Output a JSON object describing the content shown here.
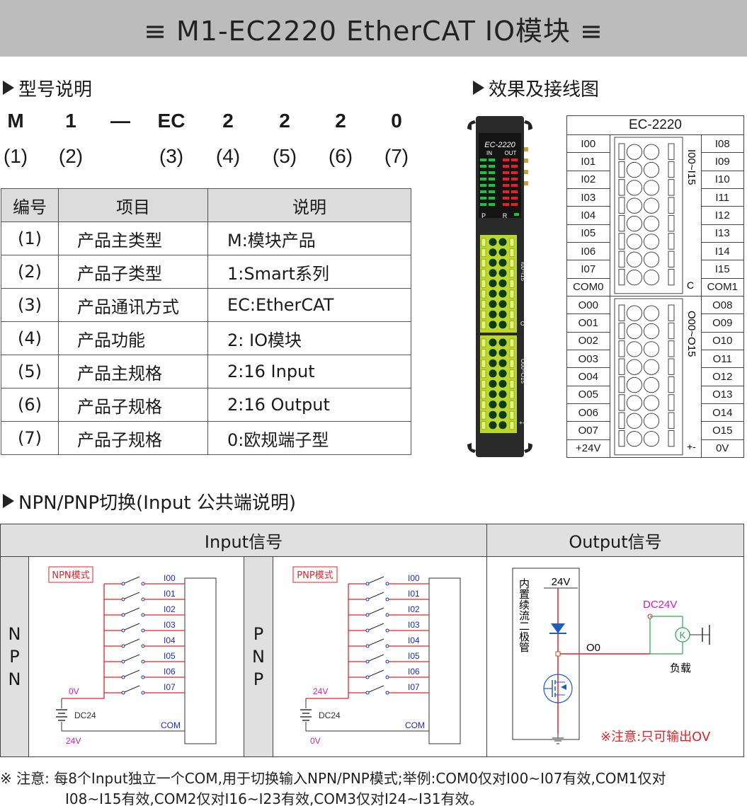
{
  "banner": {
    "title": "≡ M1-EC2220  EtherCAT IO模块 ≡"
  },
  "model_section": {
    "title": "型号说明",
    "code": [
      "M",
      "1",
      "—",
      "EC",
      "2",
      "2",
      "2",
      "0"
    ],
    "index": [
      "(1)",
      "(2)",
      "",
      "(3)",
      "(4)",
      "(5)",
      "(6)",
      "(7)"
    ],
    "table": {
      "headers": [
        "编号",
        "项目",
        "说明"
      ],
      "rows": [
        [
          "(1)",
          "产品主类型",
          "M:模块产品"
        ],
        [
          "(2)",
          "产品子类型",
          "1:Smart系列"
        ],
        [
          "(3)",
          "产品通讯方式",
          "EC:EtherCAT"
        ],
        [
          "(4)",
          "产品功能",
          "2: IO模块"
        ],
        [
          "(5)",
          "产品主规格",
          "2:16 Input"
        ],
        [
          "(6)",
          "产品子规格",
          "2:16 Output"
        ],
        [
          "(7)",
          "产品子规格",
          "0:欧规端子型"
        ]
      ]
    }
  },
  "wiring_section": {
    "title": "效果及接线图",
    "module_label": "EC-2220",
    "led_in": "IN",
    "led_out": "OUT",
    "led_p": "P",
    "led_r": "R",
    "side_in": "I00~I15",
    "side_in_c": "C",
    "side_out": "O00~O15",
    "side_out_pm": "+-",
    "table_header": "EC-2220",
    "in_range": "I00~I15",
    "in_c": "C",
    "out_range": "O00~O15",
    "out_pm": "+-",
    "rows_in": [
      [
        "I00",
        "I08"
      ],
      [
        "I01",
        "I09"
      ],
      [
        "I02",
        "I10"
      ],
      [
        "I03",
        "I11"
      ],
      [
        "I04",
        "I12"
      ],
      [
        "I05",
        "I13"
      ],
      [
        "I06",
        "I14"
      ],
      [
        "I07",
        "I15"
      ],
      [
        "COM0",
        "COM1"
      ]
    ],
    "rows_out": [
      [
        "O00",
        "O08"
      ],
      [
        "O01",
        "O09"
      ],
      [
        "O02",
        "O10"
      ],
      [
        "O03",
        "O11"
      ],
      [
        "O04",
        "O12"
      ],
      [
        "O05",
        "O13"
      ],
      [
        "O06",
        "O14"
      ],
      [
        "O07",
        "O15"
      ],
      [
        "+24V",
        "0V"
      ]
    ]
  },
  "npn_section": {
    "title": "NPN/PNP切换(Input 公共端说明)",
    "input_header": "Input信号",
    "output_header": "Output信号",
    "npn_side": [
      "N",
      "P",
      "N"
    ],
    "pnp_side": [
      "P",
      "N",
      "P"
    ],
    "npn": {
      "mode": "NPN模式",
      "pins": [
        "I00",
        "I01",
        "I02",
        "I03",
        "I04",
        "I05",
        "I06",
        "I07"
      ],
      "top_v": "0V",
      "dc": "DC24",
      "com": "COM",
      "bottom_v": "24V"
    },
    "pnp": {
      "mode": "PNP模式",
      "pins": [
        "I00",
        "I01",
        "I02",
        "I03",
        "I04",
        "I05",
        "I06",
        "I07"
      ],
      "top_v": "24V",
      "dc": "DC24",
      "com": "COM",
      "bottom_v": "0V"
    },
    "output": {
      "v24": "24V",
      "diode_label": "内置续流二极管",
      "o0": "O0",
      "dc24v": "DC24V",
      "k": "K",
      "load": "负载",
      "warning": "※注意:只可输出OV"
    }
  },
  "note": {
    "line1": "※ 注意: 每8个Input独立一个COM,用于切换输入NPN/PNP模式;举例:COM0仅对I00~I07有效,COM1仅对",
    "line2": "I08~I15有效,COM2仅对I16~I23有效,COM3仅对I24~I31有效。"
  },
  "colors": {
    "banner": "#bcbcbc",
    "header_fill": "#dcdcdc",
    "wire_red": "#e0242a",
    "pin_blue": "#1a2fbf",
    "terminal_green": "#b9d72c",
    "magenta": "#d11ac8",
    "diode_blue": "#1e5cc2",
    "load_green": "#2aa84a"
  }
}
